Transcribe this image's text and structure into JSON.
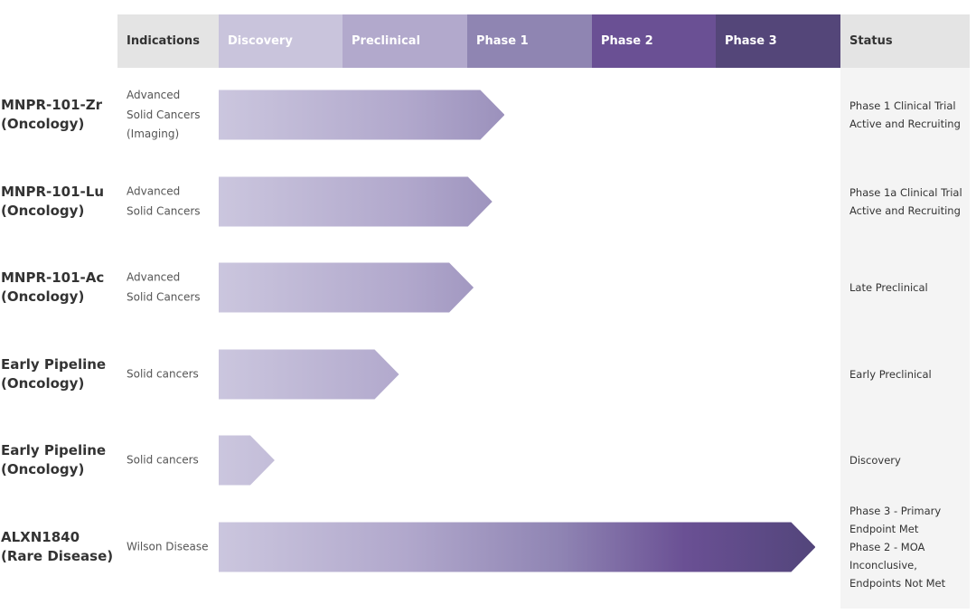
{
  "header": {
    "indications": "Indications",
    "phases": [
      "Discovery",
      "Preclinical",
      "Phase 1",
      "Phase 2",
      "Phase 3"
    ],
    "status": "Status"
  },
  "colors": {
    "header_bg": "#e4e4e4",
    "discovery": "#c9c4dc",
    "preclinical": "#b2a9cc",
    "phase1": "#8f85b2",
    "phase2": "#6a5094",
    "phase3": "#544679",
    "status_bg": "#f4f4f4"
  },
  "rows": [
    {
      "name1": "MNPR-101-Zr",
      "name2": "(Oncology)",
      "indication": [
        "Advanced",
        "Solid Cancers",
        "(Imaging)"
      ],
      "progress_percent": 46,
      "status": [
        "Phase 1 Clinical Trial",
        "Active and Recruiting"
      ]
    },
    {
      "name1": "MNPR-101-Lu",
      "name2": "(Oncology)",
      "indication": [
        "Advanced",
        "Solid Cancers"
      ],
      "progress_percent": 44,
      "status": [
        "Phase 1a Clinical Trial",
        "Active and Recruiting"
      ]
    },
    {
      "name1": "MNPR-101-Ac",
      "name2": "(Oncology)",
      "indication": [
        "Advanced",
        "Solid Cancers"
      ],
      "progress_percent": 41,
      "status": [
        "Late Preclinical"
      ]
    },
    {
      "name1": "Early Pipeline",
      "name2": "(Oncology)",
      "indication": [
        "Solid cancers"
      ],
      "progress_percent": 29,
      "status": [
        "Early Preclinical"
      ]
    },
    {
      "name1": "Early Pipeline",
      "name2": "(Oncology)",
      "indication": [
        "Solid cancers"
      ],
      "progress_percent": 9,
      "status": [
        "Discovery"
      ]
    },
    {
      "name1": "ALXN1840",
      "name2": "(Rare Disease)",
      "indication": [
        "Wilson Disease"
      ],
      "progress_percent": 96,
      "status": [
        "Phase 3 - Primary",
        "Endpoint Met",
        "Phase 2 - MOA",
        "Inconclusive,",
        "Endpoints Not Met"
      ]
    }
  ]
}
